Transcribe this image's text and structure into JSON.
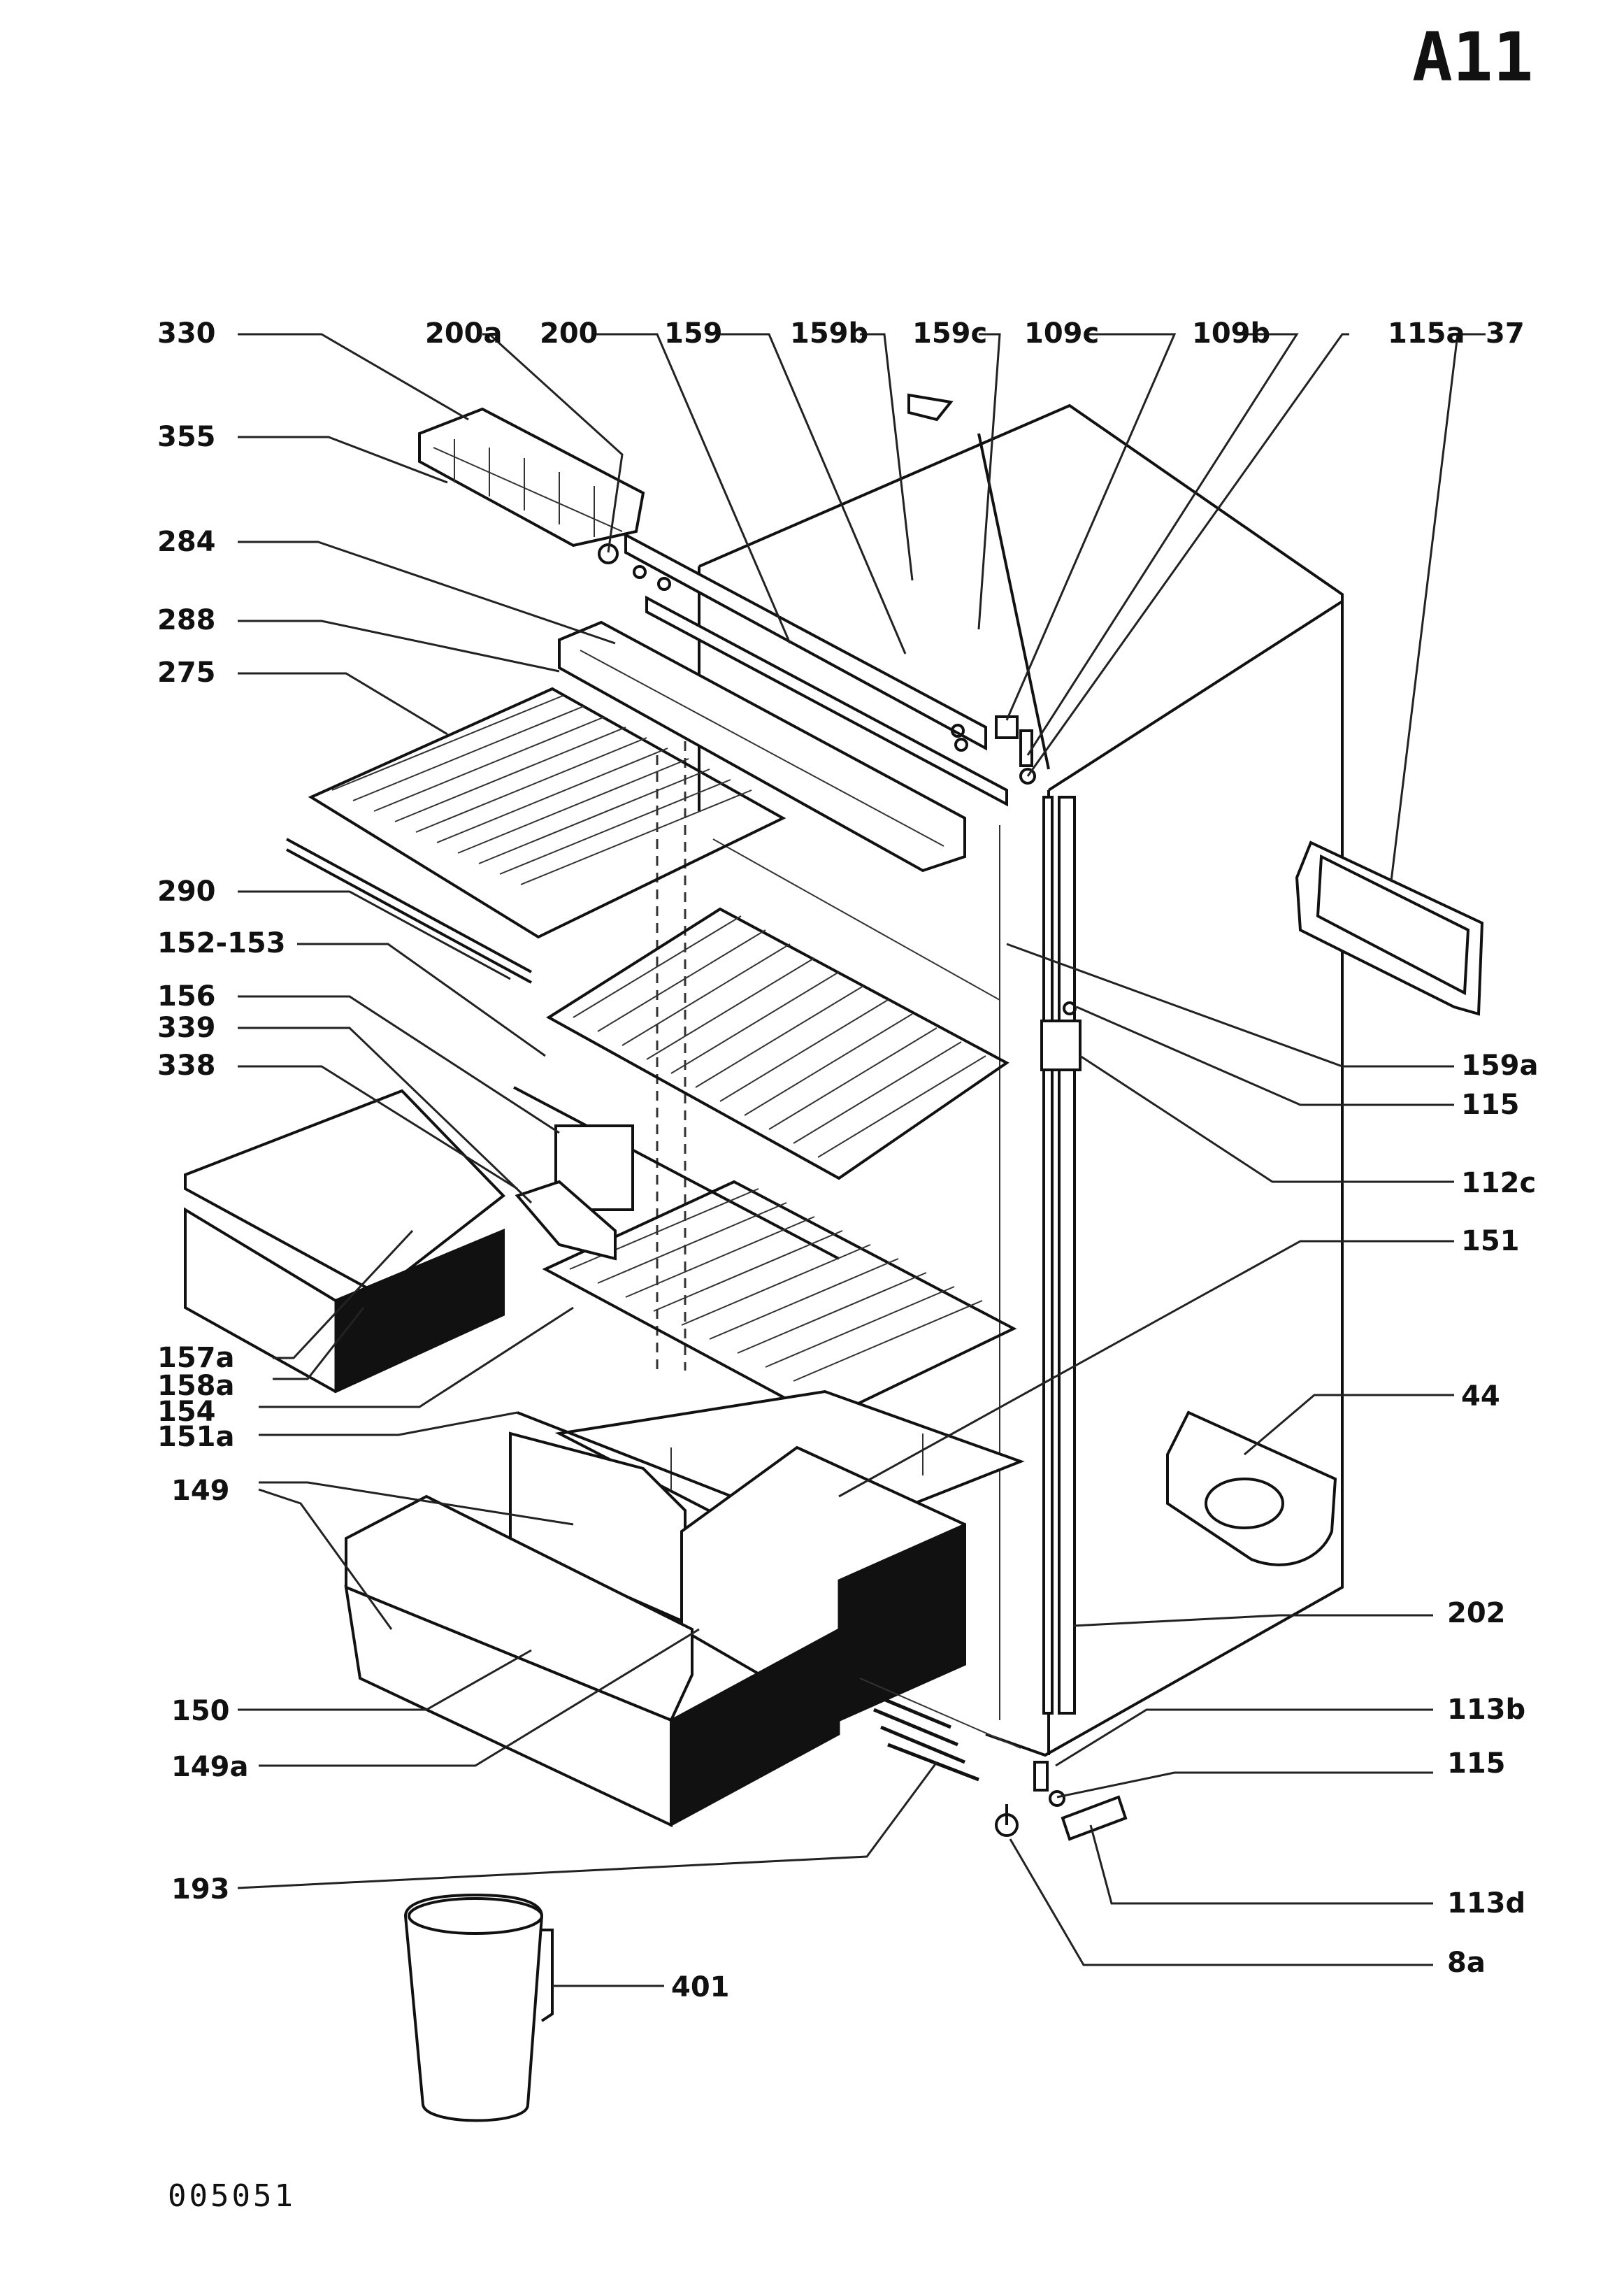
{
  "page_id": "A11",
  "drawing_code": "005051",
  "callouts": [
    "330",
    "200a",
    "200",
    "159",
    "159b",
    "159c",
    "109c",
    "109b",
    "115a",
    "37",
    "355",
    "284",
    "288",
    "275",
    "290",
    "152-153",
    "156",
    "339",
    "338",
    "157a",
    "158a",
    "154",
    "151a",
    "149",
    "150",
    "149a",
    "193",
    "159a",
    "115",
    "112c",
    "151",
    "44",
    "202",
    "113b",
    "115",
    "113d",
    "8a",
    "401"
  ]
}
